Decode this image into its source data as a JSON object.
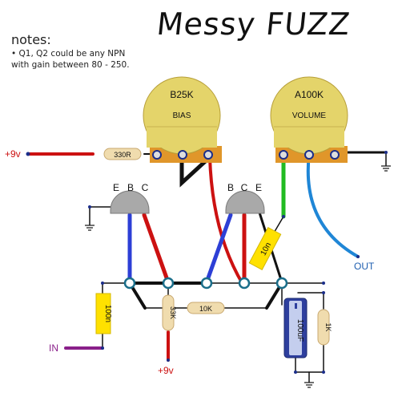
{
  "title": "Messy FUZZ",
  "notes": {
    "heading": "notes:",
    "body": "• Q1, Q2 could be any NPN\nwith gain between 80 - 250."
  },
  "pots": [
    {
      "id": "bias-pot",
      "value": "B25K",
      "label": "BIAS"
    },
    {
      "id": "volume-pot",
      "value": "A100K",
      "label": "VOLUME"
    }
  ],
  "transistors": [
    {
      "id": "q1",
      "pins": [
        "E",
        "B",
        "C"
      ]
    },
    {
      "id": "q2",
      "pins": [
        "B",
        "C",
        "E"
      ]
    }
  ],
  "resistors": {
    "r330": "330R",
    "r33k": "33K",
    "r10k": "10K",
    "r1k": "1K"
  },
  "capacitors": {
    "c100n": "100n",
    "c10n": "10n",
    "c100u": "100uF"
  },
  "power": {
    "vplus_top": "+9v",
    "vplus_bottom": "+9v"
  },
  "io": {
    "input": "IN",
    "output": "OUT"
  },
  "colors": {
    "wire_red": "#cc1111",
    "wire_black": "#111111",
    "wire_blue": "#2d3fd6",
    "wire_green": "#22bb22",
    "wire_lightblue": "#1f86d6",
    "wire_purple": "#8a1f8a",
    "pot_yellow": "#e4d46a",
    "pot_base": "#e0962a",
    "transistor_gray": "#a9a9a9",
    "film_cap_yellow": "#ffe100",
    "resistor_tan": "#f0dcae",
    "electrolytic_blue": "#2e3f9e"
  }
}
